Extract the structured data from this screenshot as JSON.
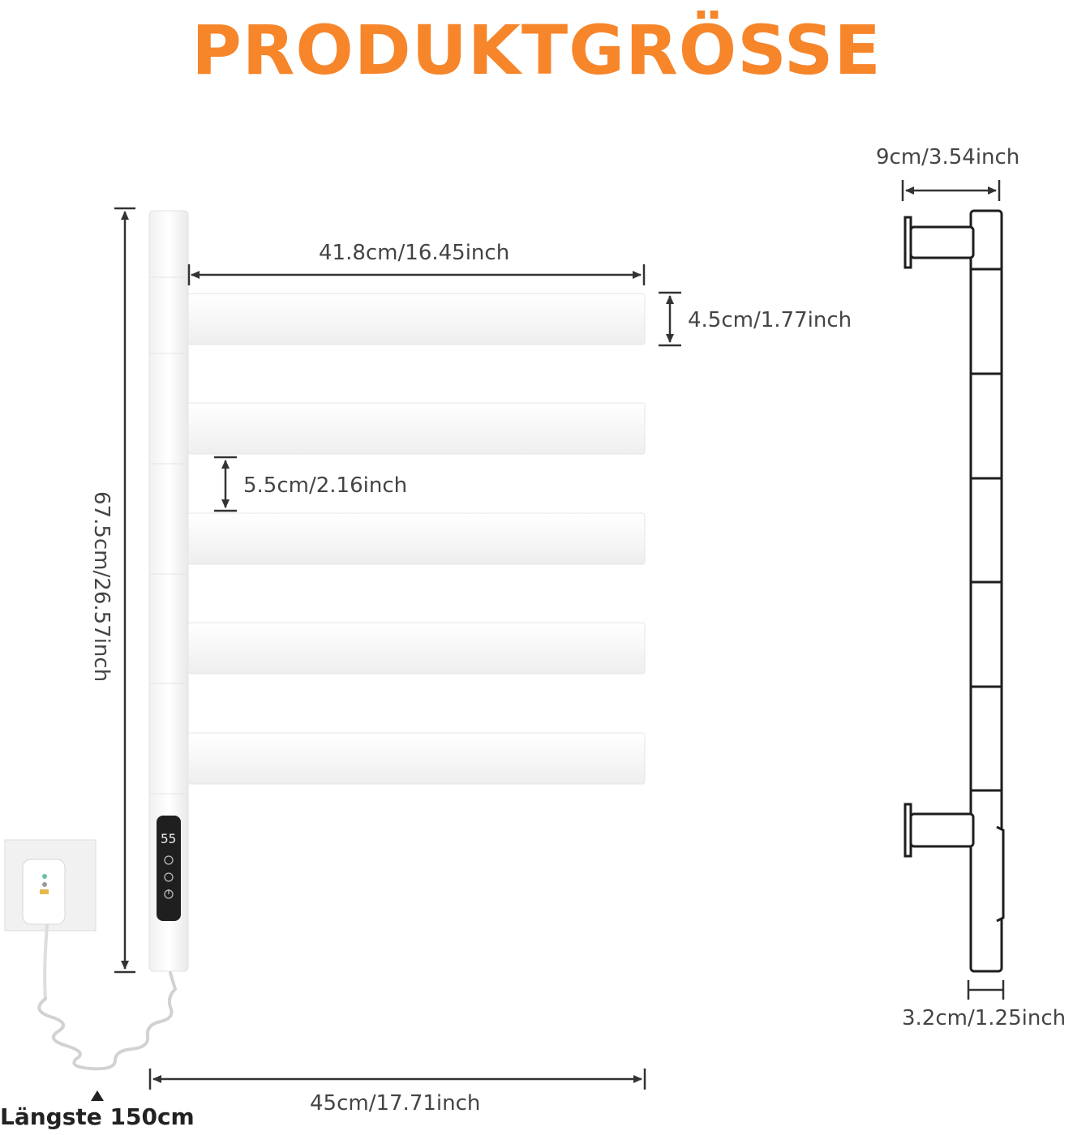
{
  "title": "PRODUKTGRÖSSE",
  "front": {
    "bar_length": "41.8cm/16.45inch",
    "bar_thickness": "4.5cm/1.77inch",
    "bar_gap": "5.5cm/2.16inch",
    "total_height": "67.5cm/26.57inch",
    "total_width": "45cm/17.71inch",
    "cable_length": "Längste 150cm",
    "display_value": "55"
  },
  "side": {
    "depth": "9cm/3.54inch",
    "column_width": "3.2cm/1.25inch"
  },
  "colors": {
    "title": "#f7852a",
    "rail": "#f6f6f6",
    "outline": "#222222",
    "dimension_line": "#333333"
  }
}
